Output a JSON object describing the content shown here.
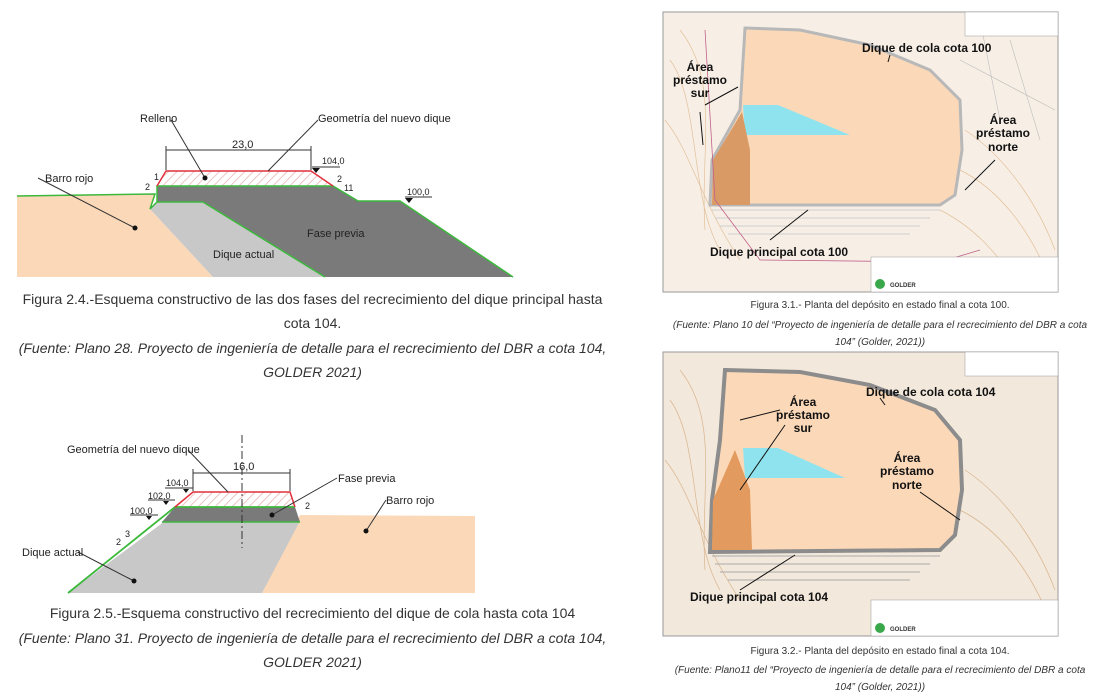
{
  "fig24": {
    "labels": {
      "relleno": "Relleno",
      "geometria": "Geometría del nuevo dique",
      "width": "23,0",
      "crest": "104,0",
      "level": "100,0",
      "barro": "Barro rojo",
      "fase": "Fase previa",
      "dique": "Dique actual",
      "slope_l_v": "1",
      "slope_l_h": "2",
      "slope_r_h": "2",
      "slope_r_v": "11"
    },
    "caption": [
      "Figura 2.4.-Esquema constructivo de las dos fases del recrecimiento del dique principal hasta",
      "cota 104."
    ],
    "source": [
      "(Fuente: Plano 28. Proyecto de ingeniería de detalle para el recrecimiento del DBR a cota 104,",
      "GOLDER 2021)"
    ]
  },
  "fig25": {
    "labels": {
      "geometria": "Geometría del nuevo dique",
      "width": "16,0",
      "fase": "Fase previa",
      "barro": "Barro rojo",
      "dique": "Dique actual",
      "l104": "104,0",
      "l102": "102,0",
      "l100": "100,0",
      "slope_h": "3",
      "slope_v": "2",
      "slope_r": "2"
    },
    "caption": "Figura 2.5.-Esquema constructivo del recrecimiento del dique de cola hasta cota 104",
    "source": [
      "(Fuente: Plano 31. Proyecto de ingeniería de detalle para el recrecimiento del DBR a cota 104,",
      "GOLDER 2021)"
    ]
  },
  "fig31": {
    "labels": {
      "cola": "Dique de cola cota 100",
      "sur": [
        "Área",
        "préstamo",
        "sur"
      ],
      "norte": [
        "Área",
        "préstamo",
        "norte"
      ],
      "principal": "Dique principal cota 100",
      "golder": "GOLDER"
    },
    "caption": "Figura 3.1.- Planta del depósito en estado final a cota 100.",
    "source": [
      "(Fuente: Plano 10 del “Proyecto de ingeniería de detalle para el recrecimiento del DBR a cota",
      "104” (Golder, 2021))"
    ]
  },
  "fig32": {
    "labels": {
      "cola": "Dique de cola cota 104",
      "sur": [
        "Área",
        "préstamo",
        "sur"
      ],
      "norte": [
        "Área",
        "préstamo",
        "norte"
      ],
      "principal": "Dique principal cota 104",
      "golder": "GOLDER"
    },
    "caption": "Figura 3.2.- Planta del depósito en estado final a cota 104.",
    "source": [
      "(Fuente: Plano11 del “Proyecto de ingeniería de detalle para el recrecimiento del DBR a cota",
      "104” (Golder, 2021))"
    ]
  },
  "colors": {
    "tan": "#fbd9b8",
    "light_grey": "#c8c8c8",
    "dark_grey": "#7a7a7a",
    "green": "#3cb83c",
    "red": "#e0303c",
    "water": "#8fe3ee",
    "brown": "#d99a66"
  }
}
